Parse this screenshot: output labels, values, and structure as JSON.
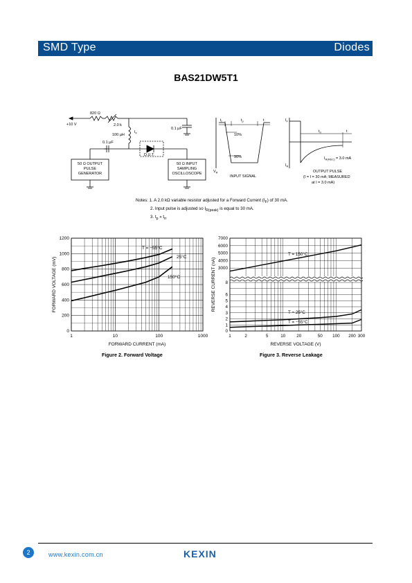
{
  "header": {
    "left": "SMD Type",
    "right": "Diodes",
    "bar_color": "#0a4d8f"
  },
  "part_number": "BAS21DW5T1",
  "circuit": {
    "supply": "+10 V",
    "r820": "820 Ω",
    "pot": "2.0 k",
    "inductor": "100 µH",
    "if_label": "I",
    "if_sub": "F",
    "cap1": "0.1 µF",
    "cap2": "0.1 µF",
    "dut": "D.U.T.",
    "gen": [
      "50 Ω OUTPUT",
      "PULSE",
      "GENERATOR"
    ],
    "osc": [
      "50 Ω INPUT",
      "SAMPLING",
      "OSCILLOSCOPE"
    ]
  },
  "input_signal": {
    "tr": "t",
    "tr_sub": "r",
    "tp": "t",
    "tp_sub": "p",
    "t": "t",
    "p10": "10%",
    "p90": "90%",
    "vr": "V",
    "vr_sub": "R",
    "caption": "INPUT SIGNAL"
  },
  "output_pulse": {
    "if": "I",
    "if_sub": "F",
    "ir": "I",
    "ir_sub": "R",
    "trr": "t",
    "trr_sub": "rr",
    "t": "t",
    "irrec": "I",
    "irrec_sub": "R(REC)",
    "irrec_val": " = 3.0 mA",
    "caption": "OUTPUT PULSE",
    "cond1": "(I = I = 30 mA; MEASURED",
    "cond2": "at I = 3.0 mA)"
  },
  "notes": {
    "n1": "Notes: 1. A 2.0 kΩ variable resistor adjusted for a Forward Current (I",
    "n1_sub": "F",
    "n1_end": ") of 30 mA.",
    "n2": "2. Input pulse is adjusted so I",
    "n2_sub": "R(peak)",
    "n2_end": " is equal to 30 mA.",
    "n3": "3. t",
    "n3_sub": "p",
    "n3_mid": " » t",
    "n3_sub2": "rr"
  },
  "chart_data": [
    {
      "type": "line",
      "title": "Figure 2. Forward Voltage",
      "xlabel": "FORWARD CURRENT (mA)",
      "ylabel": "FORWARD VOLTAGE (mV)",
      "x_scale": "log",
      "xlim": [
        1,
        1000
      ],
      "ylim": [
        0,
        1200
      ],
      "x_ticks": [
        "1",
        "10",
        "100",
        "1000"
      ],
      "y_ticks": [
        "0",
        "200",
        "400",
        "600",
        "800",
        "1000",
        "1200"
      ],
      "grid": true,
      "series": [
        {
          "name": "T = −55°C",
          "x": [
            1,
            2,
            5,
            10,
            20,
            50,
            100,
            200
          ],
          "y": [
            780,
            810,
            845,
            875,
            905,
            950,
            990,
            1060
          ]
        },
        {
          "name": "25°C",
          "x": [
            1,
            2,
            5,
            10,
            20,
            50,
            100,
            200
          ],
          "y": [
            630,
            665,
            710,
            745,
            780,
            830,
            880,
            960
          ]
        },
        {
          "name": "150°C",
          "x": [
            1,
            2,
            5,
            10,
            20,
            50,
            100,
            200
          ],
          "y": [
            390,
            430,
            485,
            525,
            570,
            630,
            700,
            830
          ]
        }
      ],
      "series_labels": [
        "T = −55°C",
        "25°C",
        "150°C"
      ]
    },
    {
      "type": "line",
      "title": "Figure 3. Reverse Leakage",
      "xlabel": "REVERSE VOLTAGE (V)",
      "ylabel": "REVERSE CURRENT (nA)",
      "x_scale": "log",
      "xlim": [
        1,
        300
      ],
      "x_ticks": [
        "1",
        "2",
        "5",
        "10",
        "20",
        "50",
        "100",
        "200",
        "300"
      ],
      "y_ticks_upper": [
        "3000",
        "4000",
        "5000",
        "6000",
        "7000"
      ],
      "y_ticks_lower": [
        "0",
        "1",
        "2",
        "3",
        "4",
        "5",
        "6",
        "8"
      ],
      "grid": true,
      "series": [
        {
          "name": "T = 150°C",
          "x": [
            1,
            2,
            5,
            10,
            20,
            50,
            100,
            200,
            300
          ],
          "y": [
            2600,
            3000,
            3550,
            3950,
            4350,
            4900,
            5300,
            5800,
            6100
          ]
        },
        {
          "name": "T = 25°C",
          "x": [
            1,
            2,
            5,
            10,
            20,
            50,
            100,
            200,
            300
          ],
          "y": [
            1.5,
            1.6,
            1.75,
            1.85,
            2.0,
            2.2,
            2.4,
            2.8,
            3.5
          ]
        },
        {
          "name": "T = −55°C",
          "x": [
            1,
            2,
            5,
            10,
            20,
            50,
            100,
            200,
            300
          ],
          "y": [
            0.6,
            0.7,
            0.8,
            0.9,
            1.0,
            1.1,
            1.2,
            1.3,
            1.9
          ]
        }
      ],
      "series_labels": [
        "T = 150°C",
        "T = 25°C",
        "T = −55°C"
      ]
    }
  ],
  "footer": {
    "page": "2",
    "url": "www.kexin.com.cn",
    "logo": "KEXIN",
    "accent": "#1b75c9"
  }
}
